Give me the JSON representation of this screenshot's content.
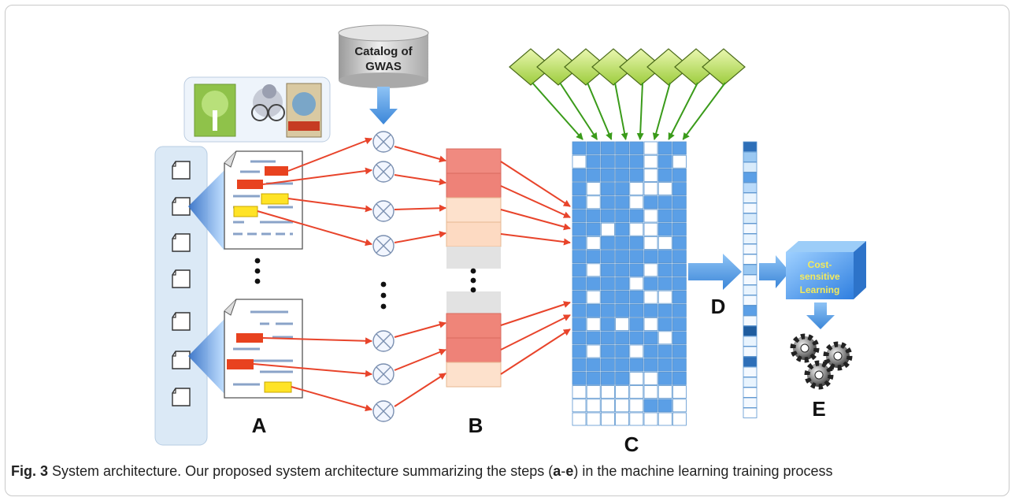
{
  "diagram": {
    "catalog_label_line1": "Catalog of",
    "catalog_label_line2": "GWAS",
    "stage_a": "A",
    "stage_b": "B",
    "stage_c": "C",
    "stage_d": "D",
    "stage_e": "E",
    "learning_line1": "Cost-",
    "learning_line2": "sensitive",
    "learning_line3": "Learning",
    "logos": [
      "tree-logo",
      "efo-logo",
      "world-map-logo"
    ],
    "icons": [
      "document-icon",
      "operator-icon",
      "gears-icon",
      "feature-diamond-icon"
    ]
  },
  "caption": {
    "figure_label": "Fig. 3",
    "title": "System architecture.",
    "text_before": "Our proposed system architecture summarizing the steps (",
    "step_start": "a",
    "dash": "-",
    "step_end": "e",
    "text_after": ") in the machine learning training process"
  }
}
